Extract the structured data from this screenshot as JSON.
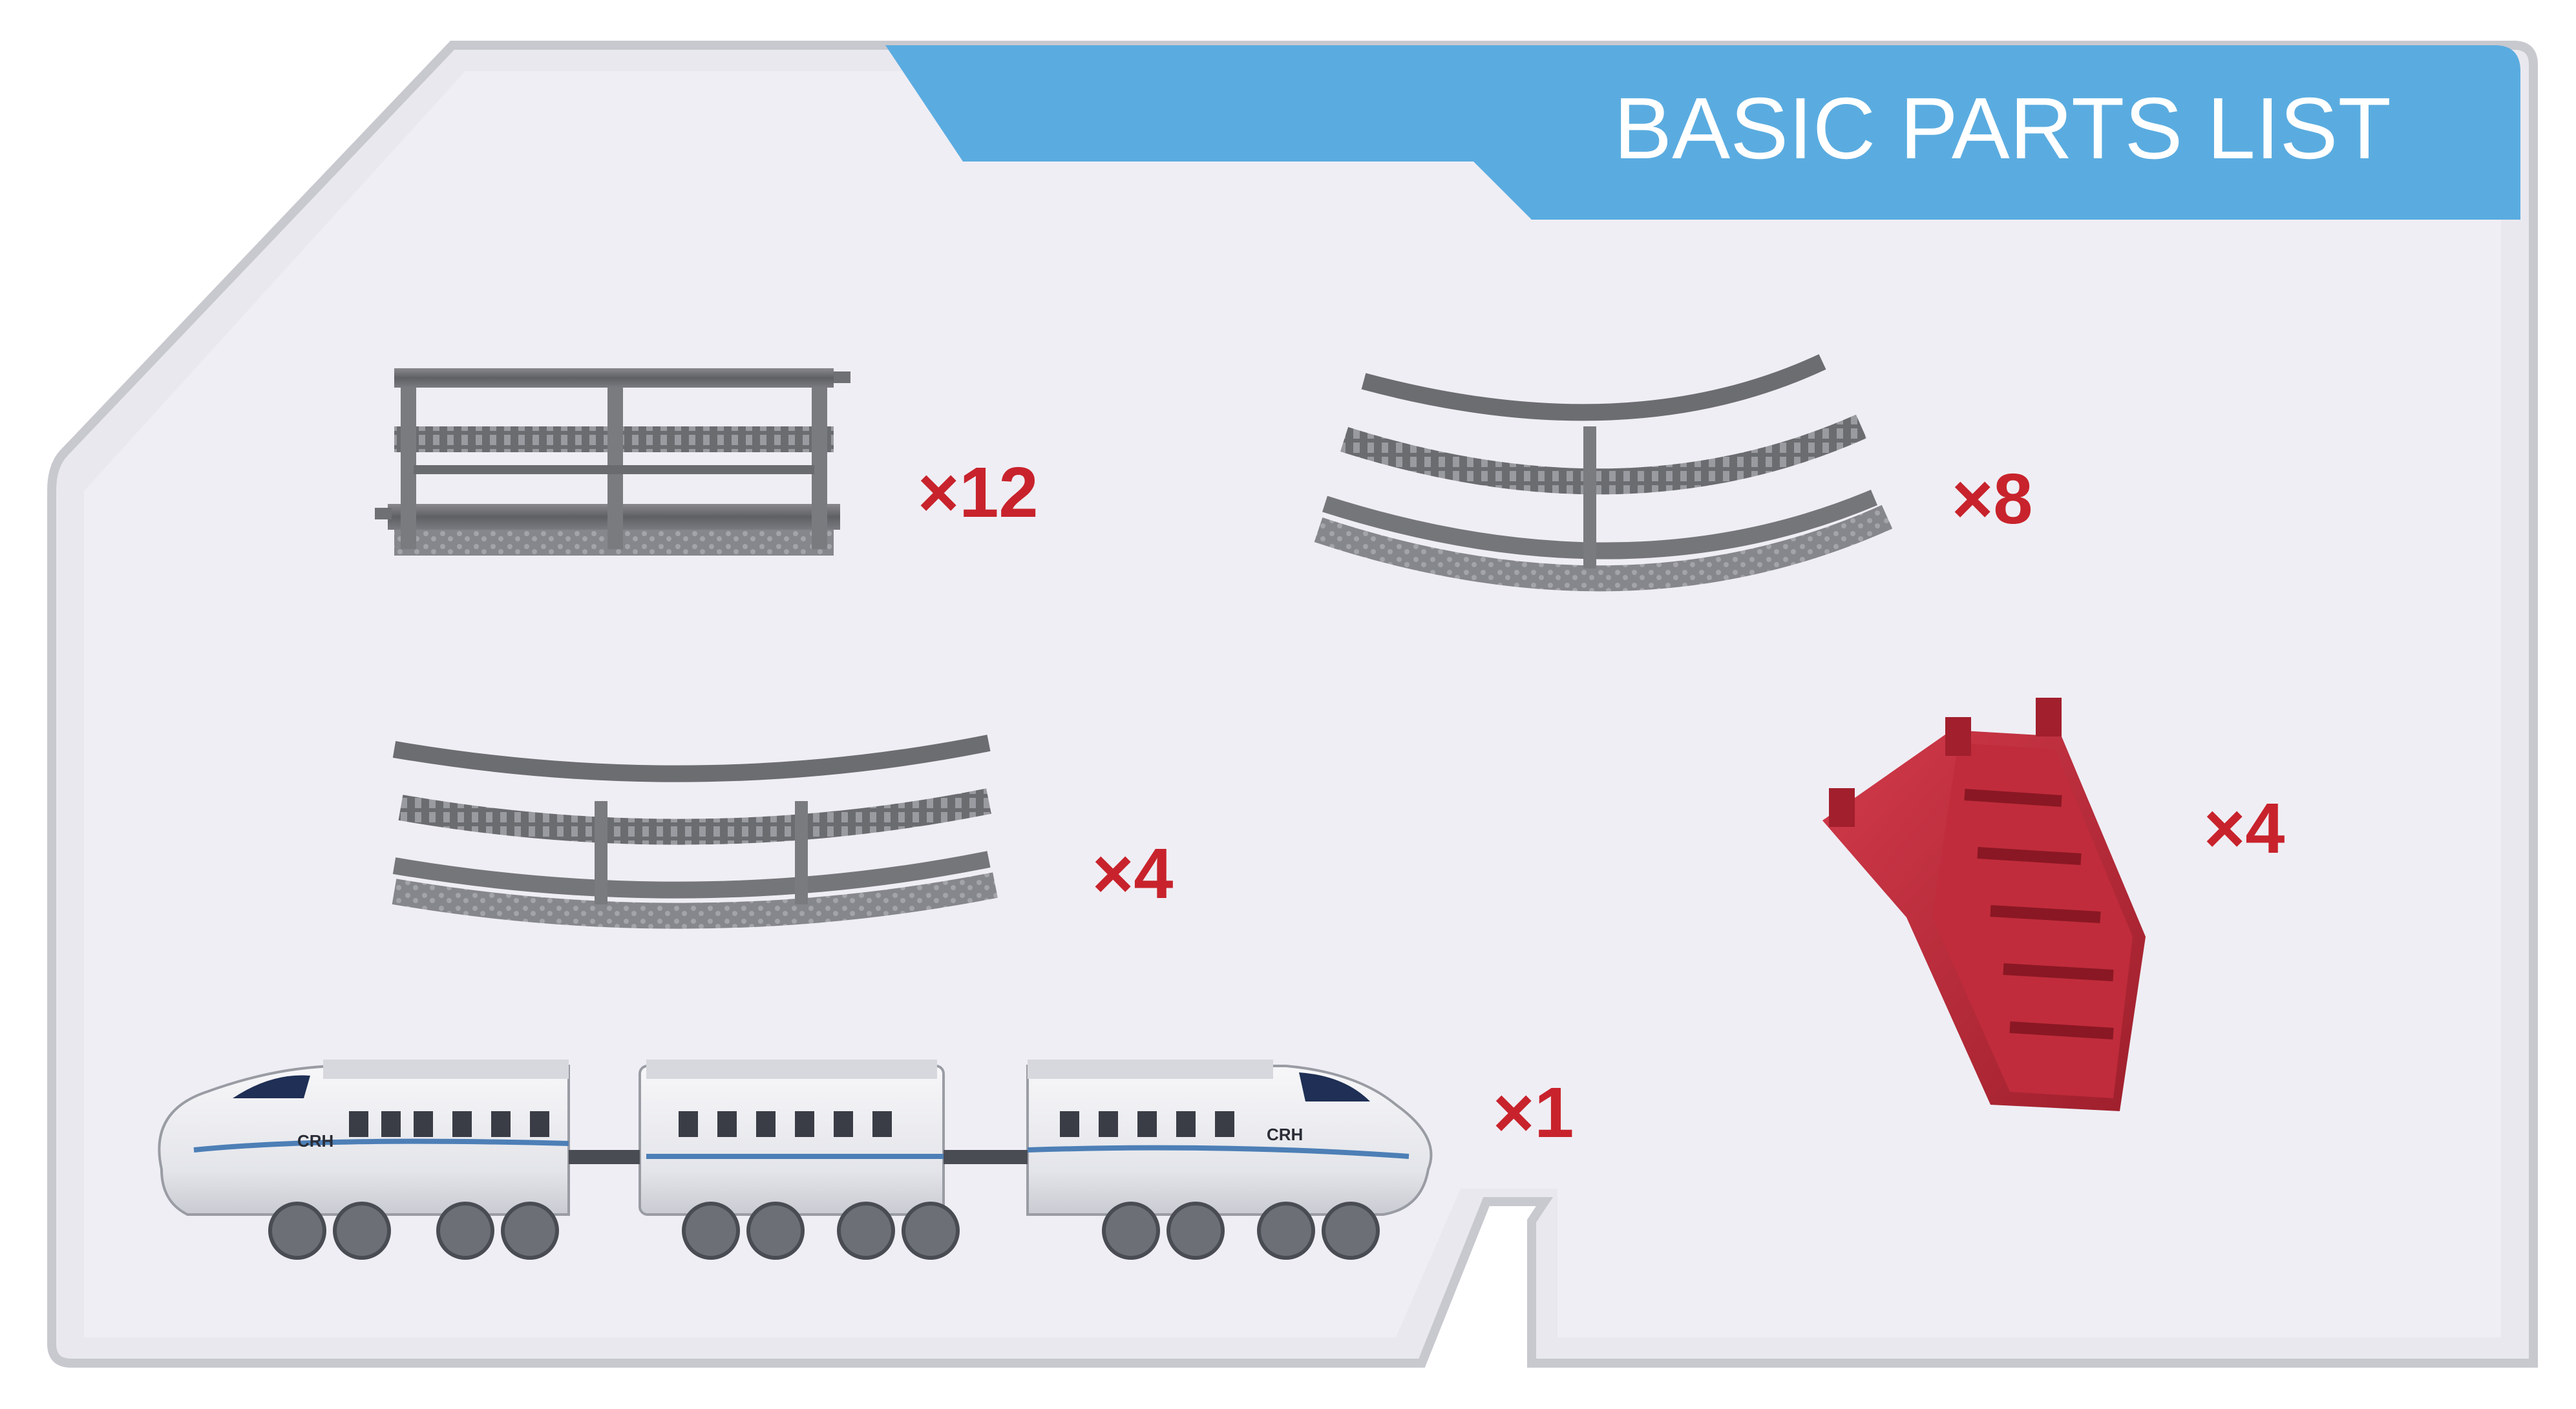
{
  "card": {
    "title": "BASIC PARTS LIST",
    "banner_color": "#5AACE0",
    "title_color": "#FFFFFF",
    "quantity_color": "#C8232C"
  },
  "parts": [
    {
      "name": "straight track",
      "quantity": "×12",
      "icon": "straight-track-icon"
    },
    {
      "name": "curved track",
      "quantity": "×8",
      "icon": "curved-track-icon"
    },
    {
      "name": "wide curved track",
      "quantity": "×4",
      "icon": "wide-curved-track-icon"
    },
    {
      "name": "track support",
      "quantity": "×4",
      "icon": "track-support-icon"
    },
    {
      "name": "high-speed train",
      "quantity": "×1",
      "icon": "train-icon"
    }
  ],
  "train": {
    "badge_front": "CRH",
    "badge_rear": "CRH"
  }
}
